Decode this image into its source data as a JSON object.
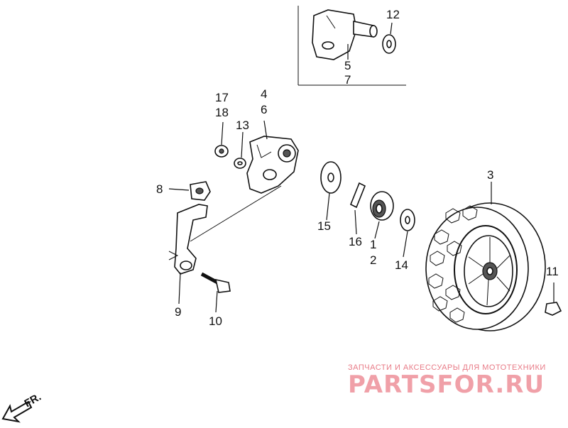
{
  "callouts": {
    "c1": "1",
    "c2": "2",
    "c3": "3",
    "c4": "4",
    "c5": "5",
    "c6": "6",
    "c7": "7",
    "c8": "8",
    "c9": "9",
    "c10": "10",
    "c11": "11",
    "c12": "12",
    "c13": "13",
    "c14": "14",
    "c15": "15",
    "c16": "16",
    "c17": "17",
    "c18": "18"
  },
  "front_indicator": "FR.",
  "watermark": {
    "tagline": "ЗАПЧАСТИ И АКСЕССУАРЫ ДЛЯ МОТОТЕХНИКИ",
    "logo": "PARTSFOR.RU"
  },
  "colors": {
    "ink": "#111111",
    "watermark": "#e87a86",
    "background": "#ffffff"
  }
}
